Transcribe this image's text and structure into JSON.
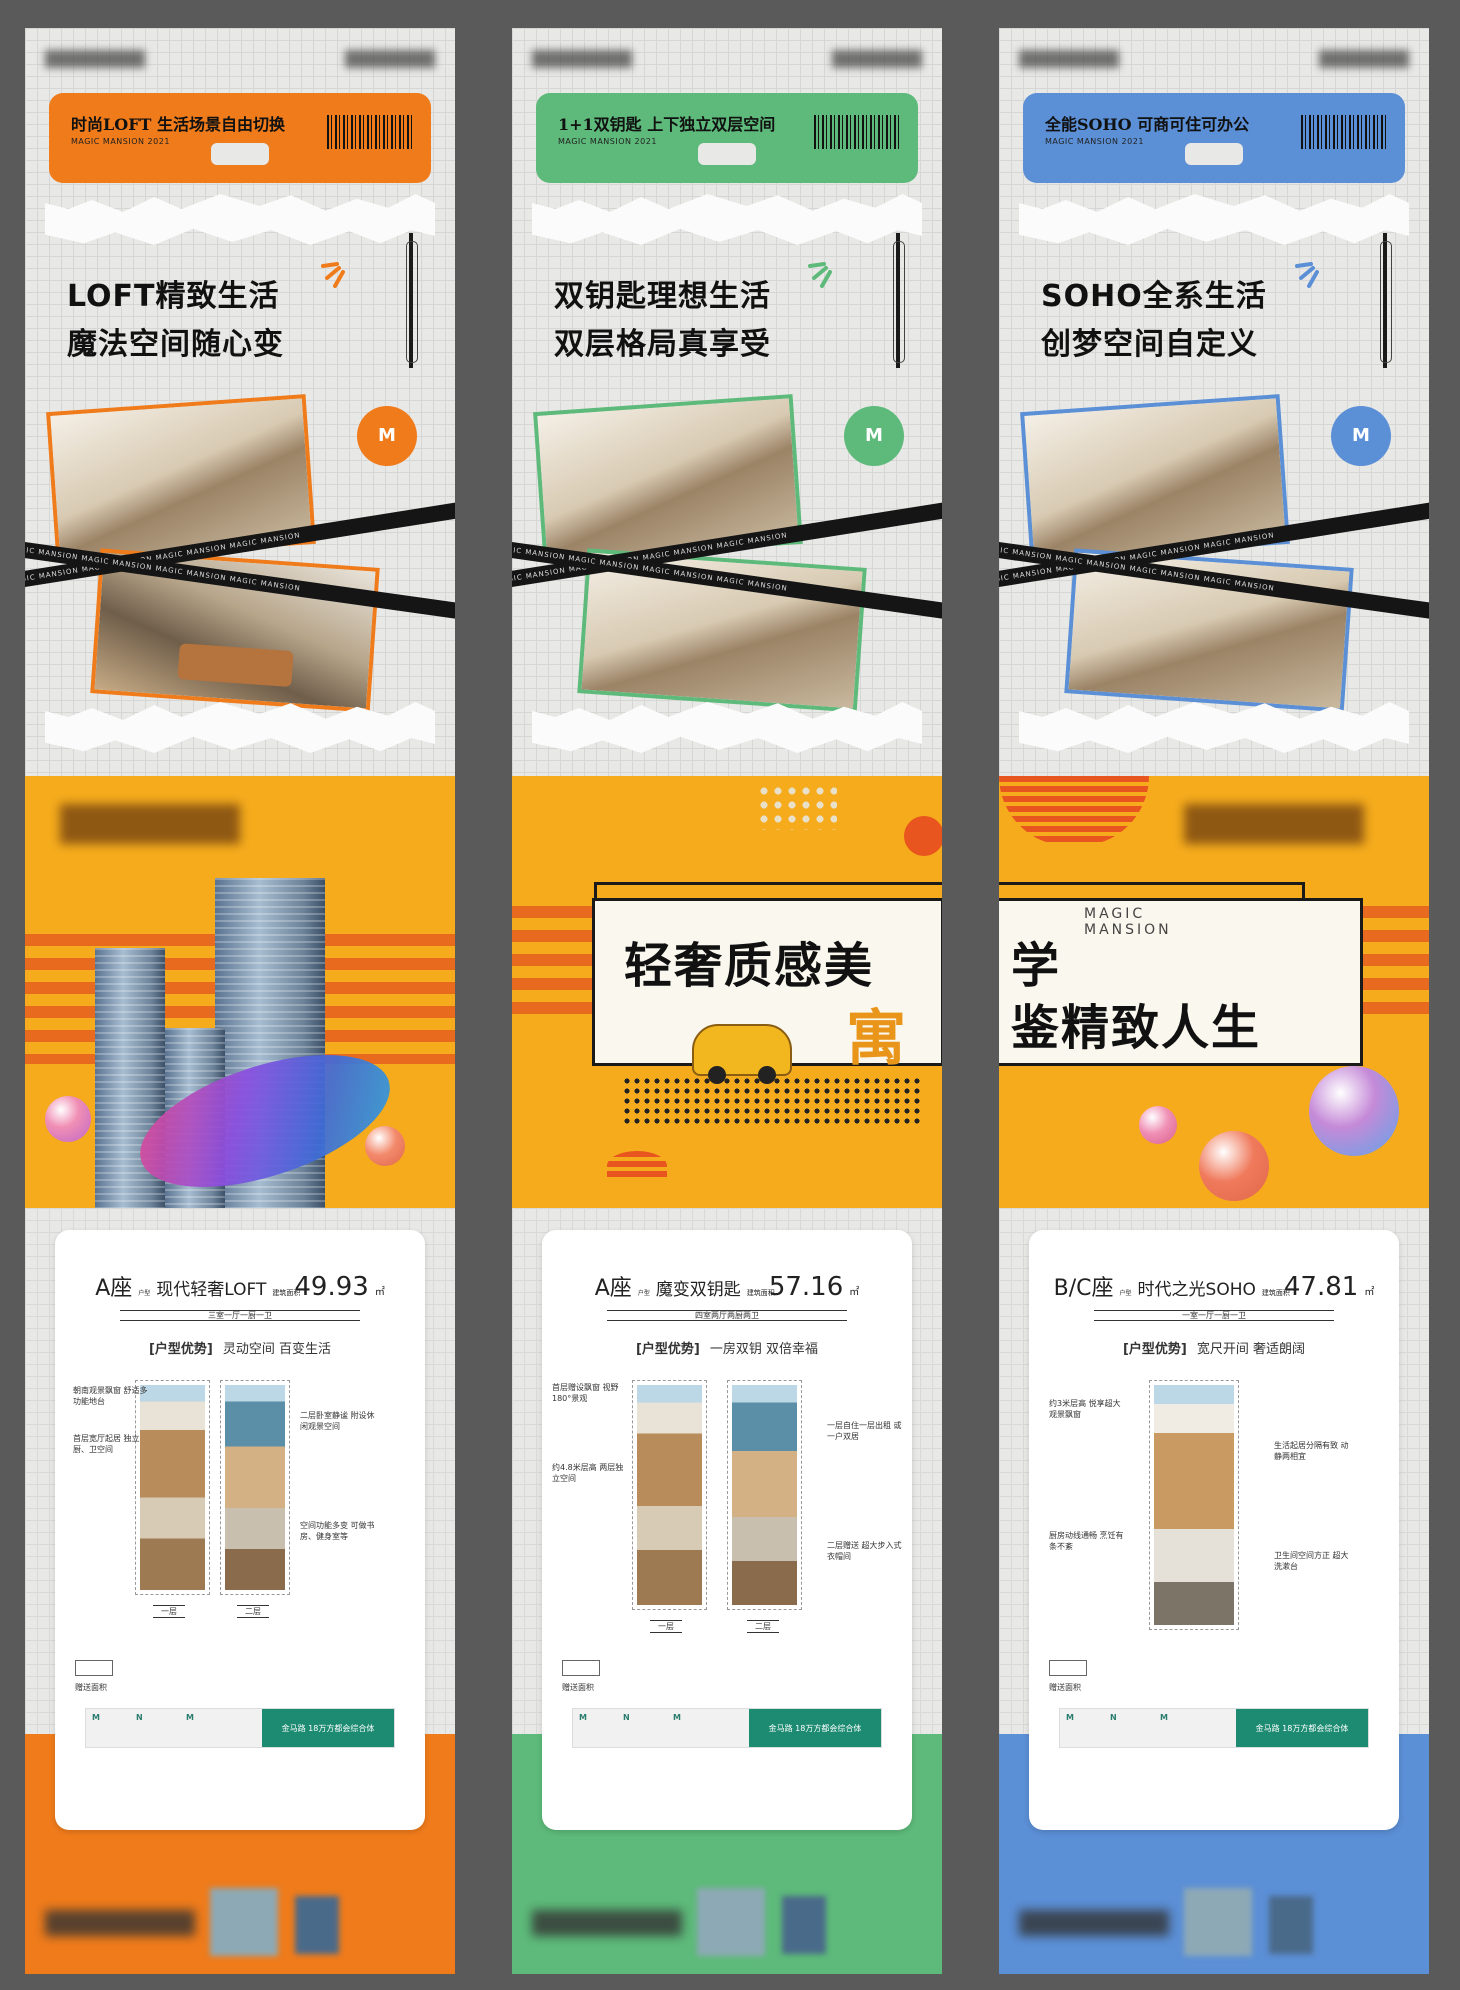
{
  "colors": {
    "orange": "#ef7b1b",
    "green": "#5dba7a",
    "blue": "#5b8fd6",
    "yellow": "#f5ab1c",
    "stripe": "#e86a1f"
  },
  "posters": [
    {
      "accent": "#ef7b1b",
      "tag": "时尚LOFT  生活场景自由切换",
      "tag_sub": "MAGIC MANSION 2021",
      "headline": [
        "LOFT精致生活",
        "魔法空间随心变"
      ],
      "tape": "MAGIC MANSION      MAGIC MANSION      MAGIC MANSION      MAGIC MANSION",
      "zuo": "A座",
      "name": "现代轻奢LOFT",
      "area": "49.93",
      "unit": "㎡",
      "layout": "三室一厅一厨一卫",
      "adv_label": "[户型优势]",
      "adv_text": "灵动空间 百变生活",
      "callouts": [
        "朝南观景飘窗 舒适多功能地台",
        "首层宽厅起居 独立厨、卫空间",
        "二层卧室静谧 附设休闲观景空间",
        "空间功能多变 可做书房、健身室等"
      ],
      "floors": [
        "一层",
        "二层"
      ],
      "gift": "赠送面积",
      "logo_strip": "金马路  18万方都会综合体"
    },
    {
      "accent": "#5dba7a",
      "tag": "1+1双钥匙  上下独立双层空间",
      "tag_sub": "MAGIC MANSION 2021",
      "headline": [
        "双钥匙理想生活",
        "双层格局真享受"
      ],
      "tape": "MAGIC MANSION      MAGIC MANSION      MAGIC MANSION      MAGIC MANSION",
      "zuo": "A座",
      "name": "魔变双钥匙",
      "area": "57.16",
      "unit": "㎡",
      "layout": "四室两厅两厨两卫",
      "adv_label": "[户型优势]",
      "adv_text": "一房双钥 双倍幸福",
      "callouts": [
        "首层赠设飘窗 视野180°景观",
        "约4.8米层高 两层独立空间",
        "一层自住一层出租 或一户双居",
        "二层赠送 超大步入式衣帽间"
      ],
      "floors": [
        "一层",
        "二层"
      ],
      "gift": "赠送面积",
      "logo_strip": "金马路  18万方都会综合体",
      "banner_line1": "轻奢质感美",
      "banner_yu": "寓"
    },
    {
      "accent": "#5b8fd6",
      "tag": "全能SOHO  可商可住可办公",
      "tag_sub": "MAGIC MANSION 2021",
      "headline": [
        "SOHO全系生活",
        "创梦空间自定义"
      ],
      "tape": "MAGIC MANSION      MAGIC MANSION      MAGIC MANSION      MAGIC MANSION",
      "zuo": "B/C座",
      "name": "时代之光SOHO",
      "area": "47.81",
      "unit": "㎡",
      "layout": "一室一厅一厨一卫",
      "adv_label": "[户型优势]",
      "adv_text": "宽尺开间 奢适朗阔",
      "callouts": [
        "约3米层高 悦享超大观景飘窗",
        "生活起居分隔有致 动静两相宜",
        "厨房动线通畅 烹饪有条不紊",
        "卫生间空间方正 超大洗漱台"
      ],
      "floors": [],
      "gift": "赠送面积",
      "logo_strip": "金马路  18万方都会综合体",
      "banner_line1": "学",
      "banner_line2": "鉴精致人生",
      "magic": [
        "MAGIC",
        "MANSION"
      ]
    }
  ],
  "stamp": "M",
  "area_label": "建筑面积",
  "zuo_sub": "户型"
}
